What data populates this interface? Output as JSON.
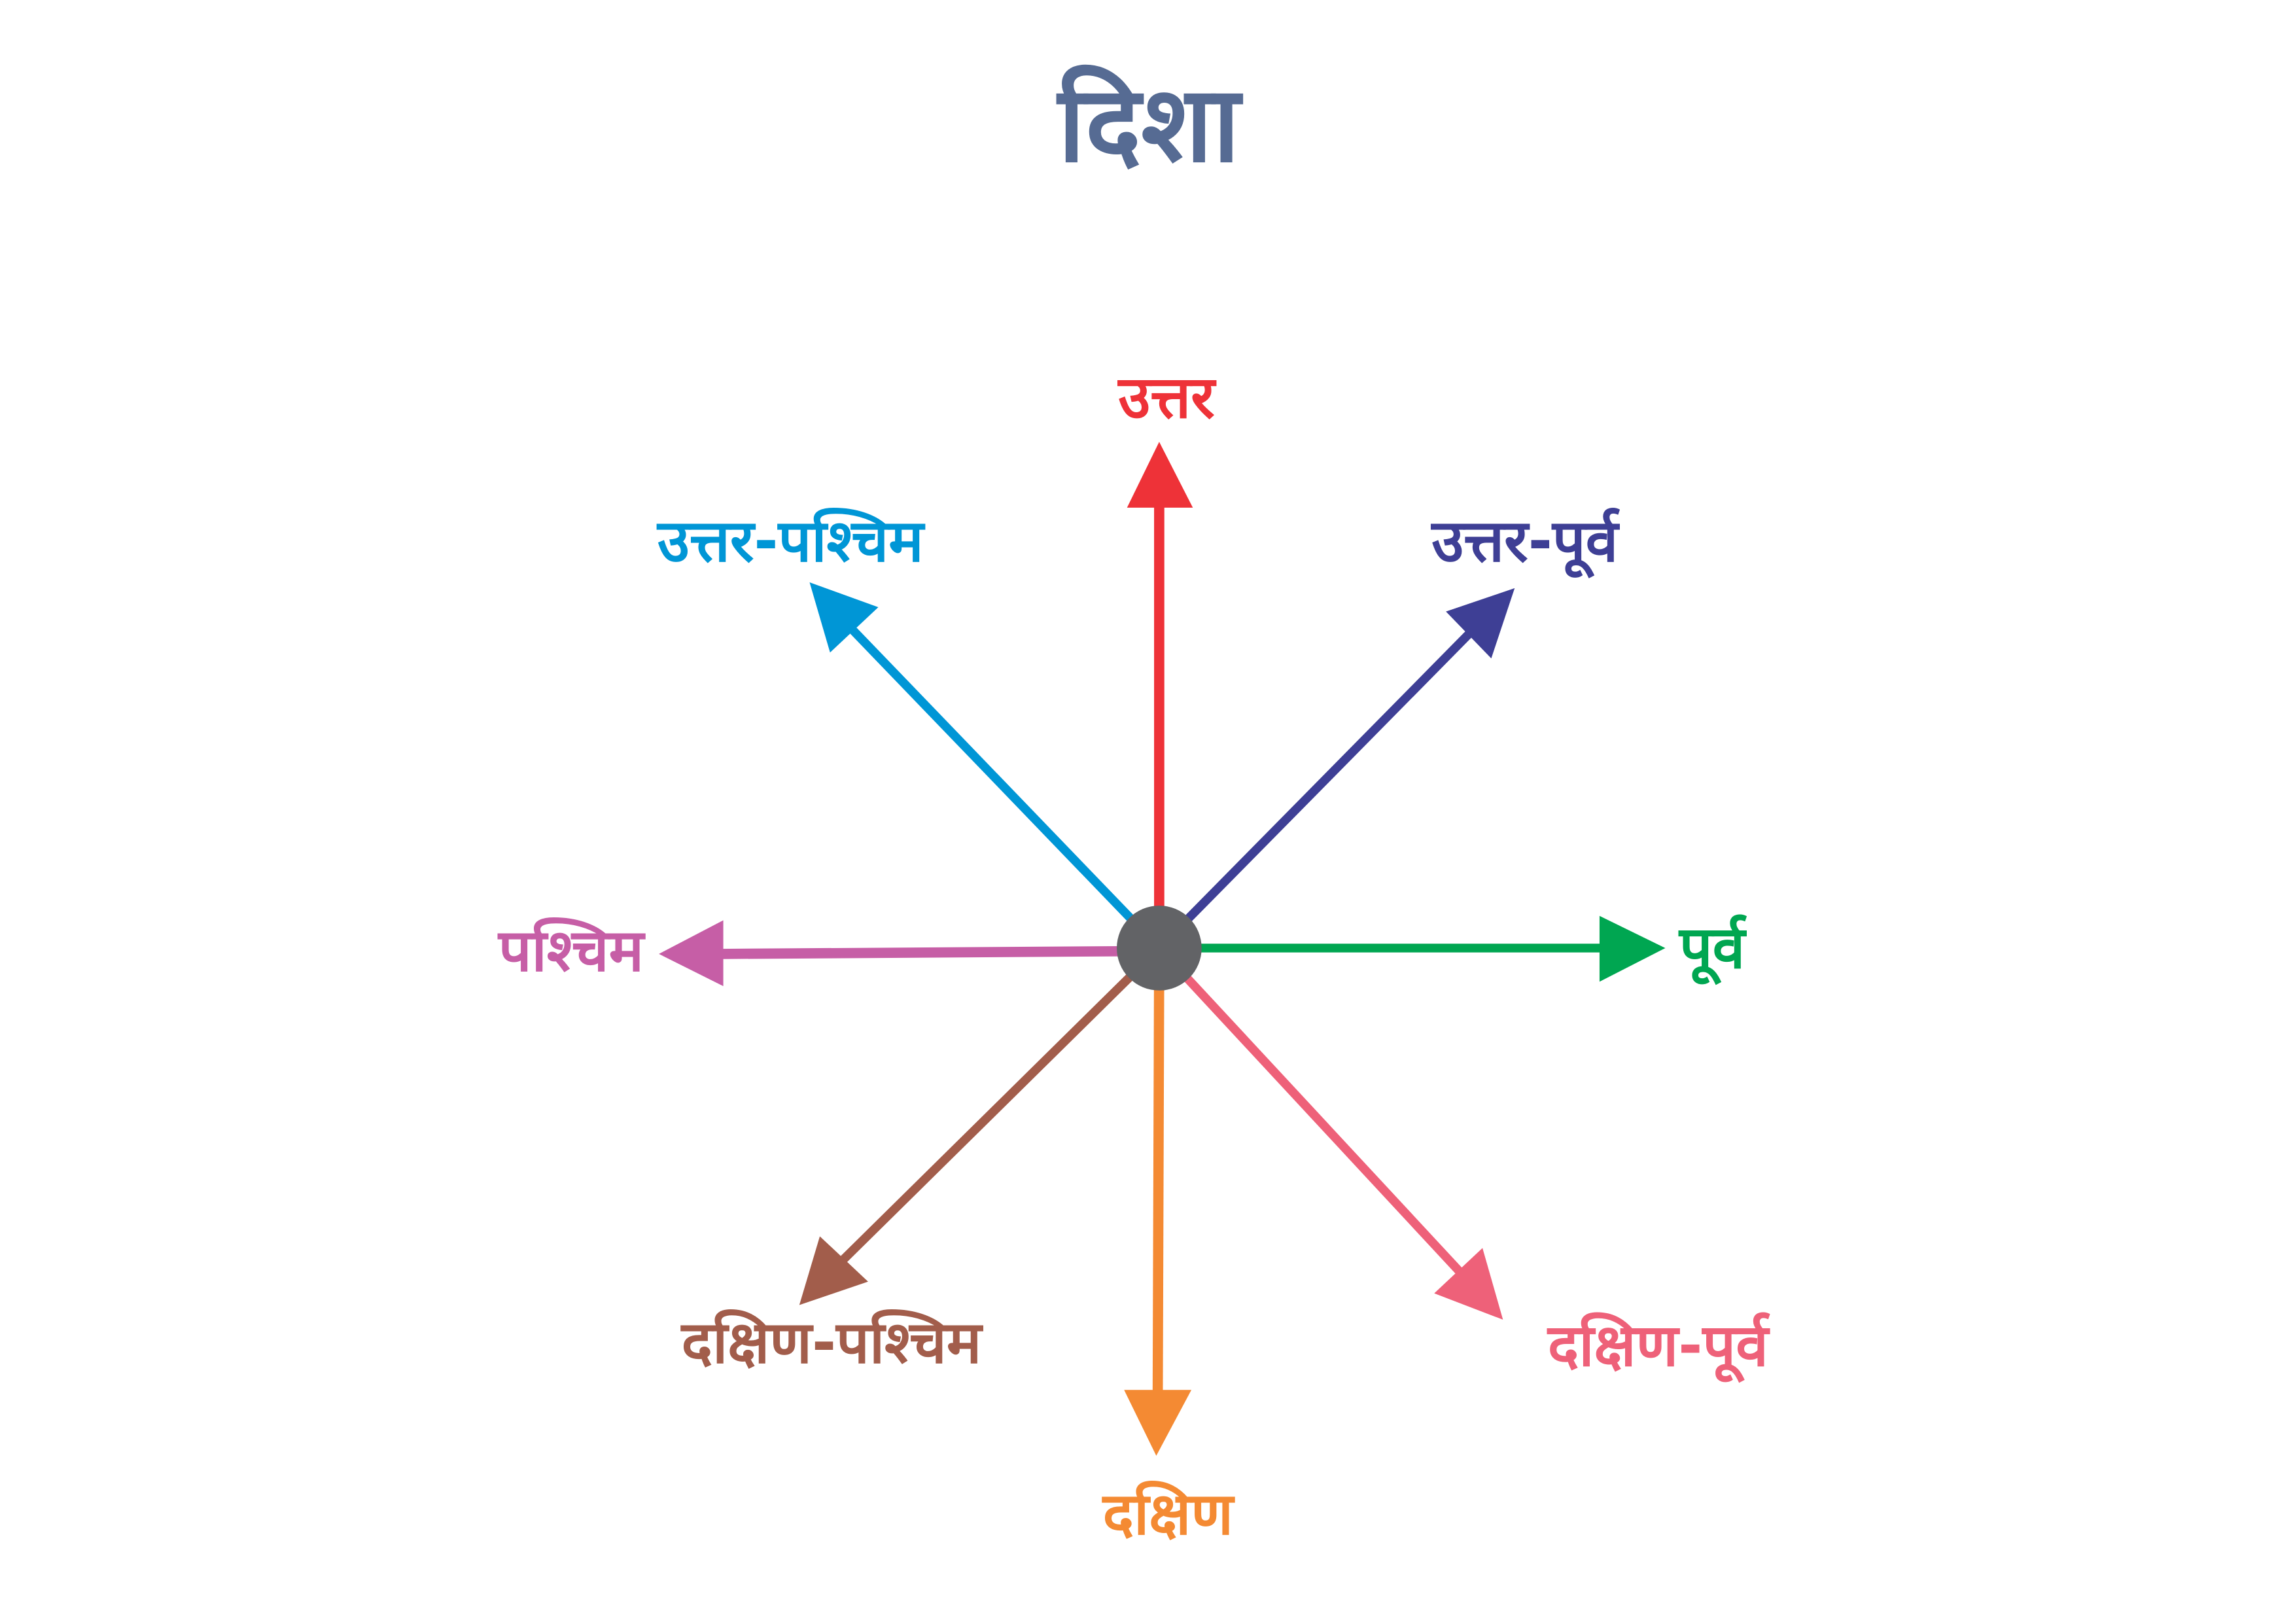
{
  "title": "दिशा",
  "title_color": "#566b93",
  "center_color": "#626366",
  "directions": {
    "north": {
      "label": "उत्तर",
      "color": "#ee3238"
    },
    "north_east": {
      "label": "उत्तर-पूर्व",
      "color": "#3e3f95"
    },
    "east": {
      "label": "पूर्व",
      "color": "#00a651"
    },
    "south_east": {
      "label": "दक्षिण-पूर्व",
      "color": "#ee6179"
    },
    "south": {
      "label": "दक्षिण",
      "color": "#f48a33"
    },
    "south_west": {
      "label": "दक्षिण-पश्चिम",
      "color": "#a25d4b"
    },
    "west": {
      "label": "पश्चिम",
      "color": "#c65ea6"
    },
    "north_west": {
      "label": "उत्तर-पश्चिम",
      "color": "#0096d6"
    }
  }
}
